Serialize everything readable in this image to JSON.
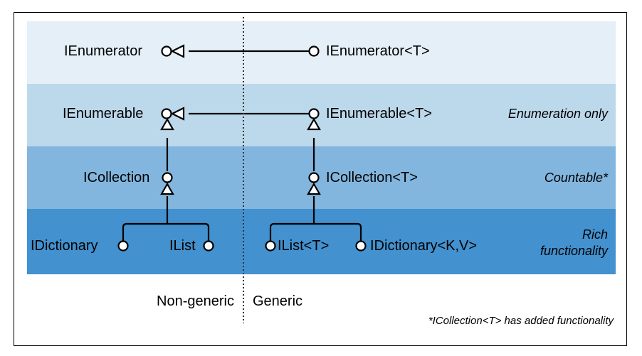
{
  "colors": {
    "band_enumerator": "#e4eff7",
    "band_enumerable": "#bcd8eb",
    "band_collection": "#82b6de",
    "band_rich": "#4391cf",
    "line": "#000000",
    "divider": "#333333"
  },
  "nodes": {
    "ienumerator": "IEnumerator",
    "ienumerator_t": "IEnumerator<T>",
    "ienumerable": "IEnumerable",
    "ienumerable_t": "IEnumerable<T>",
    "icollection": "ICollection",
    "icollection_t": "ICollection<T>",
    "idictionary": "IDictionary",
    "ilist": "IList",
    "ilist_t": "IList<T>",
    "idictionary_kv": "IDictionary<K,V>"
  },
  "categories": {
    "enumeration": "Enumeration only",
    "countable": "Countable*",
    "rich_line1": "Rich",
    "rich_line2": "functionality"
  },
  "columns": {
    "non_generic": "Non-generic",
    "generic": "Generic"
  },
  "footnote": "*ICollection<T> has added functionality",
  "icons": {
    "interface_node": "hollow-circle",
    "inheritance": "hollow-triangle-arrow"
  }
}
